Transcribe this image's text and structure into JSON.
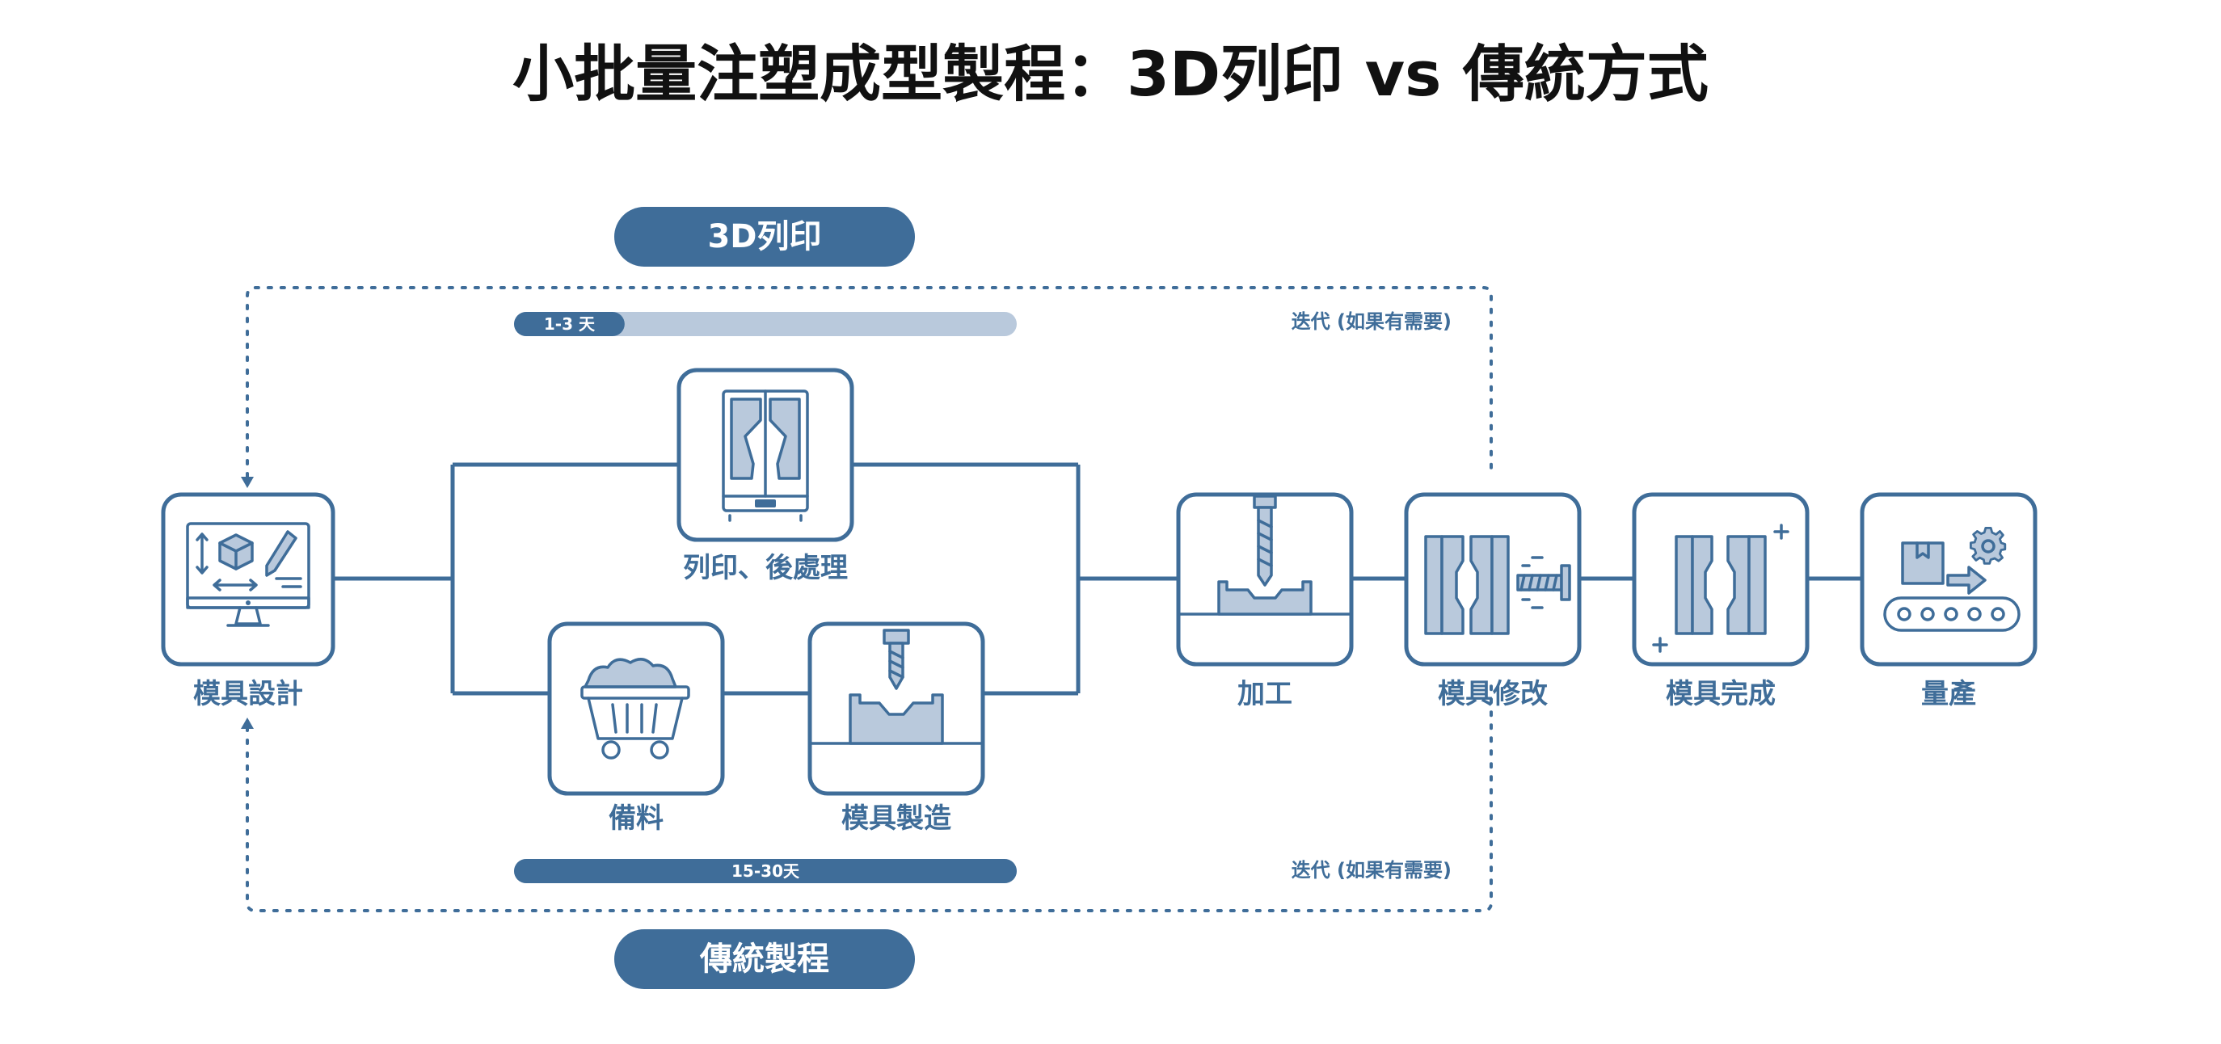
{
  "title": "小批量注塑成型製程：3D列印 vs 傳統方式",
  "routes": {
    "top": {
      "label": "3D列印",
      "duration": "1-3 天",
      "duration_fraction": 0.22,
      "iteration_note": "迭代 (如果有需要)"
    },
    "bottom": {
      "label": "傳統製程",
      "duration": "15-30天",
      "duration_fraction": 1.0,
      "iteration_note": "迭代 (如果有需要)"
    }
  },
  "nodes": {
    "mold_design": "模具設計",
    "print_post": "列印、後處理",
    "material_prep": "備料",
    "mold_making": "模具製造",
    "machining": "加工",
    "mold_modify": "模具修改",
    "mold_complete": "模具完成",
    "mass_production": "量產"
  },
  "colors": {
    "primary": "#3f6d99",
    "light_fill": "#b9c9dc",
    "track": "#b9c9dc"
  },
  "icons": {
    "mold_design": "monitor-cube-pencil-icon",
    "print_post": "resin-3d-printer-icon",
    "material_prep": "material-cart-icon",
    "mold_making": "cnc-drill-mold-icon",
    "machining": "end-mill-icon",
    "mold_modify": "mold-screw-icon",
    "mold_complete": "mold-halves-icon",
    "mass_production": "conveyor-gear-icon"
  }
}
